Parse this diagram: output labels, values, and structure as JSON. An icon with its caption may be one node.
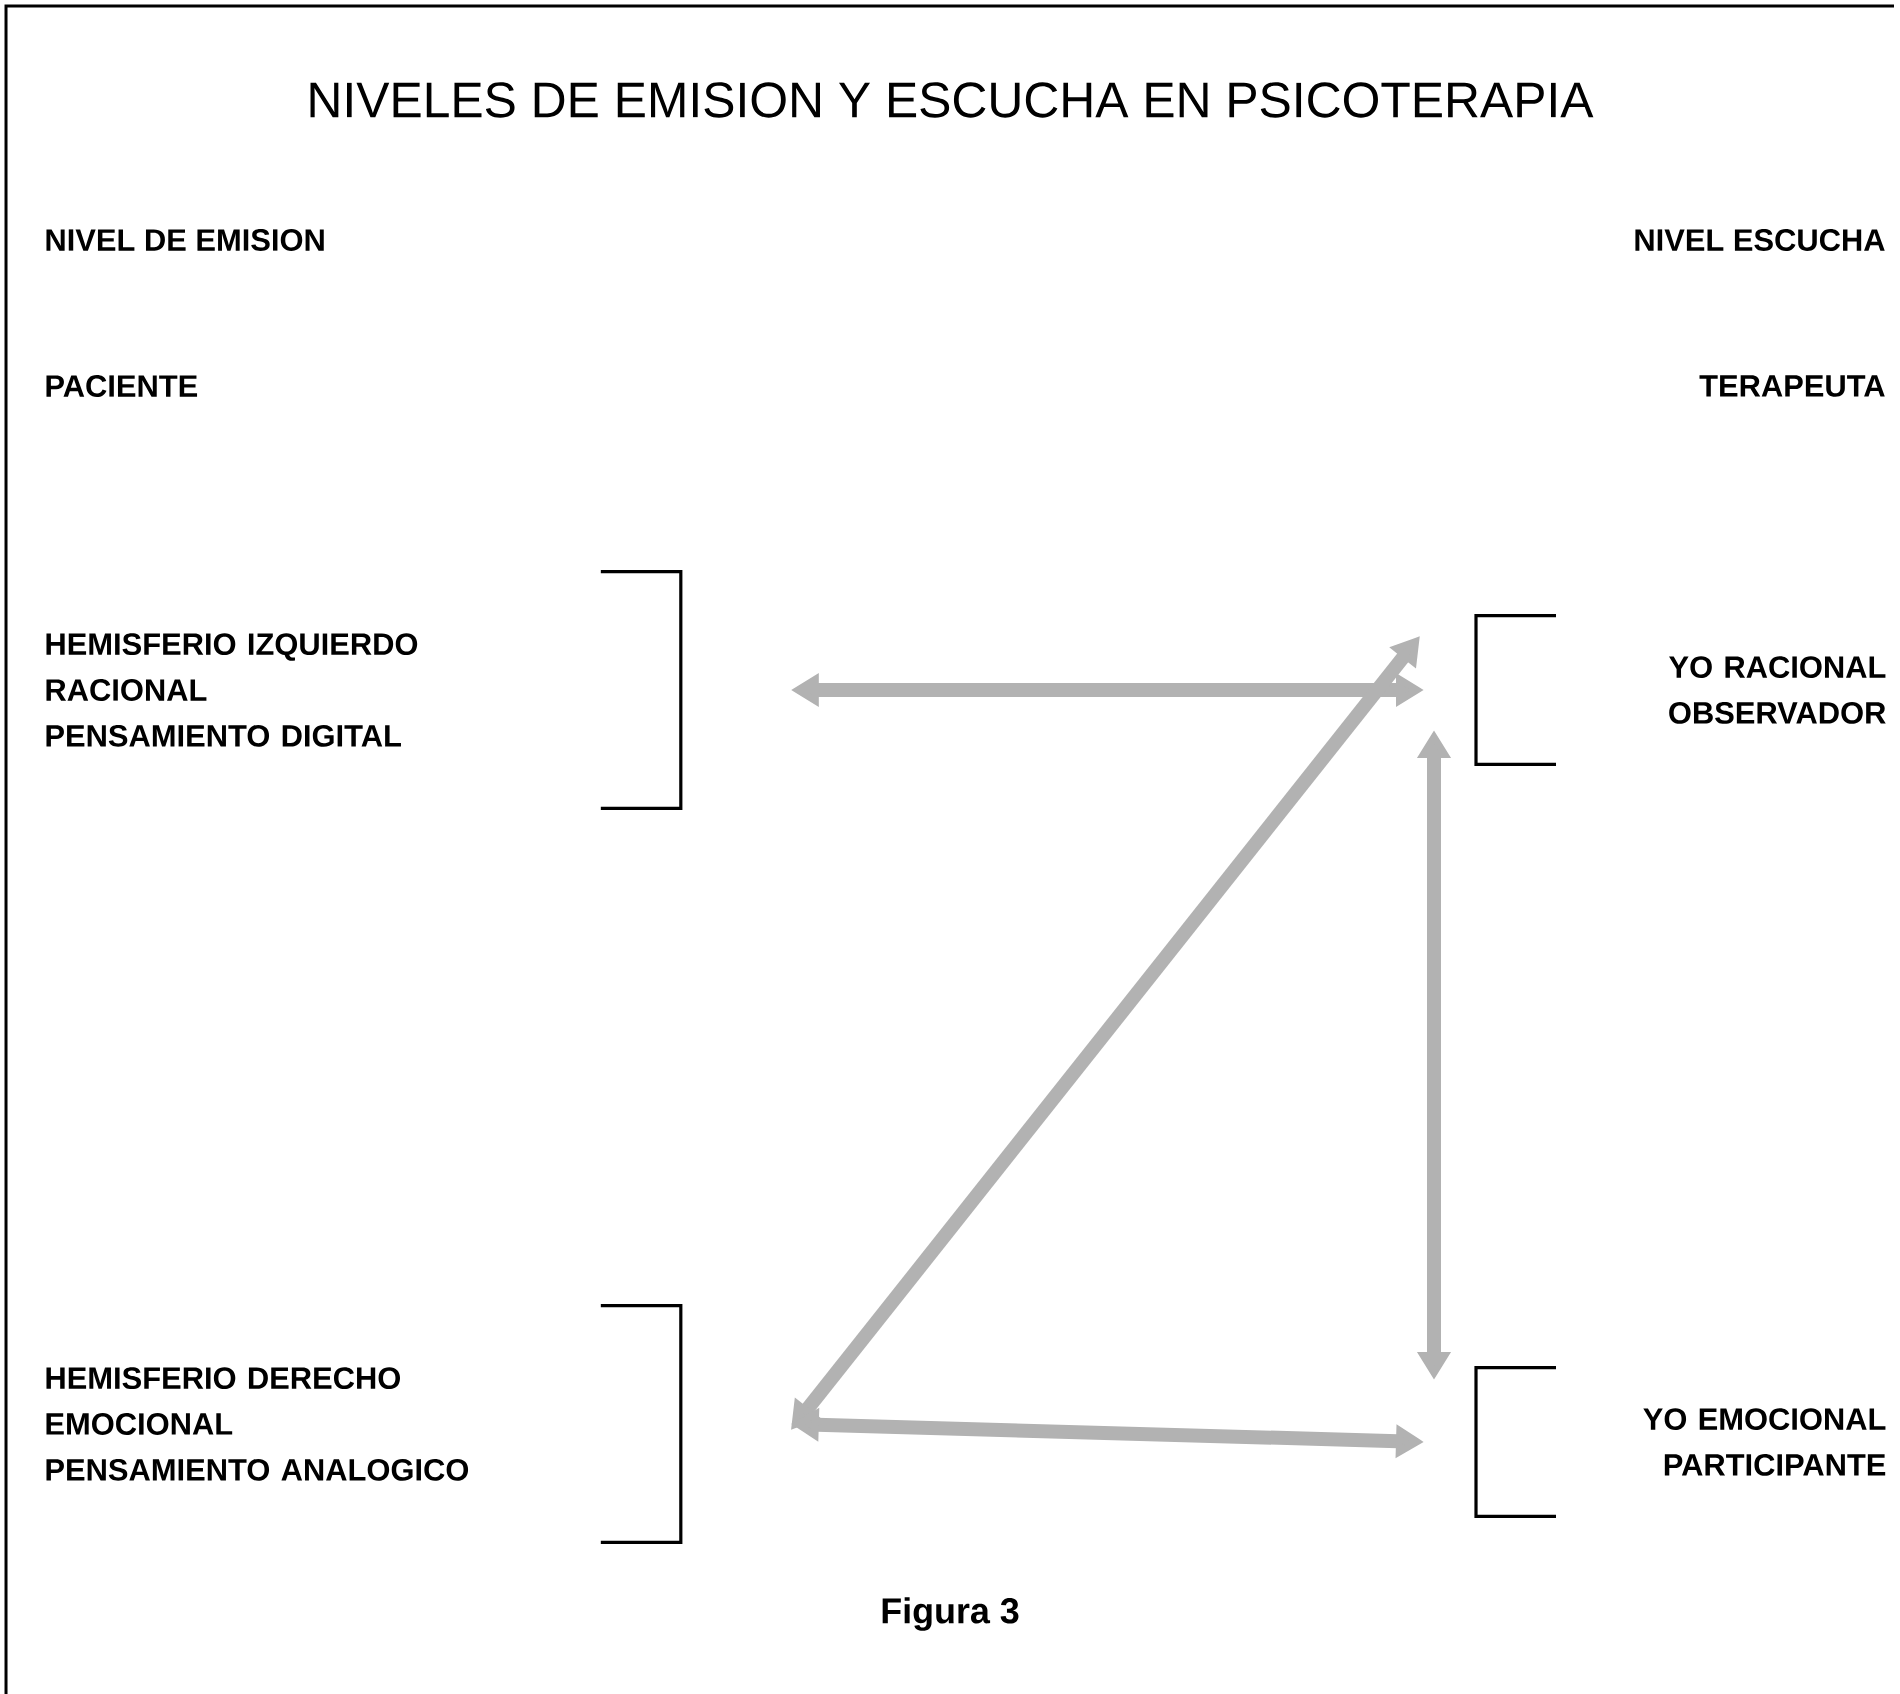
{
  "diagram": {
    "title": "NIVELES DE EMISION Y ESCUCHA EN PSICOTERAPIA",
    "caption": "Figura 3",
    "nodes": [
      {
        "text": [
          "HEMISFERIO IZQUIERDO",
          "RACIONAL",
          "PENSAMIENTO DIGITAL"
        ]
      },
      {
        "text": [
          "YO RACIONAL",
          "OBSERVADOR"
        ]
      },
      {
        "text": [
          "HEMISFERIO DERECHO",
          "EMOCIONAL",
          "PENSAMIENTO ANALOGICO"
        ]
      },
      {
        "text": [
          "YO EMOCIONAL",
          "PARTICIPANTE"
        ]
      }
    ],
    "edges": [
      {
        "from": 0,
        "to": 1,
        "arrow": "both"
      },
      {
        "from": 2,
        "to": 1,
        "arrow": "both"
      },
      {
        "from": 3,
        "to": 1,
        "arrow": "both"
      },
      {
        "from": 2,
        "to": 3,
        "arrow": "both"
      }
    ],
    "labels": [
      "NIVEL DE EMISION",
      "NIVEL ESCUCHA",
      "PACIENTE",
      "TERAPEUTA"
    ]
  }
}
